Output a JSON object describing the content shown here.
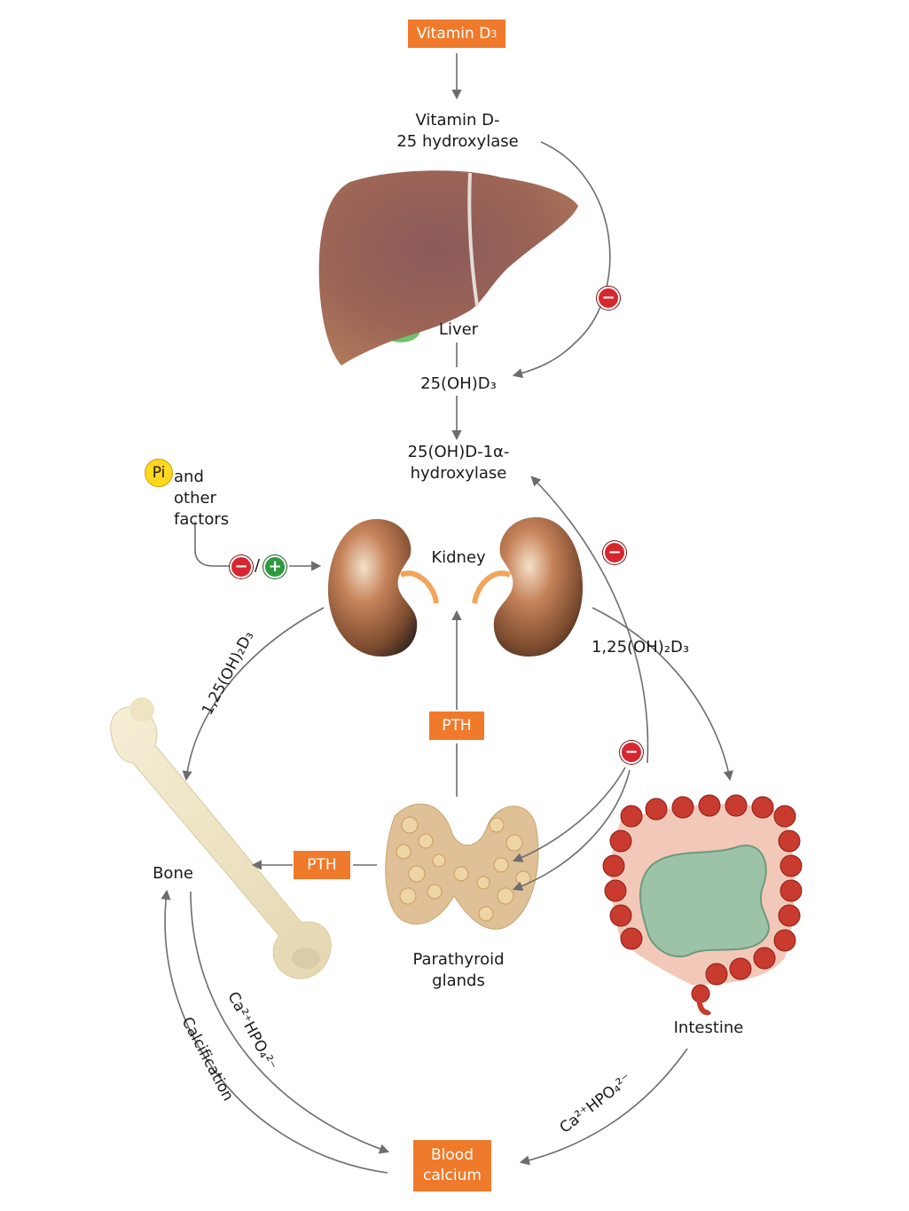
{
  "vitamin_d3": "Vitamin D",
  "vitamin_d3_sub": "3",
  "enzyme_25": "Vitamin D-\n25 hydroxylase",
  "liver": "Liver",
  "metabolite_25": "25(OH)D₃",
  "enzyme_1a": "25(OH)D-1α-\nhydroxylase",
  "pi": "Pi",
  "other_factors": "and\nother factors",
  "kidney": "Kidney",
  "calcitriol_left": "1,25(OH)₂D₃",
  "calcitriol_right": "1,25(OH)₂D₃",
  "pth_kidney": "PTH",
  "pth_bone": "PTH",
  "bone": "Bone",
  "parathyroid": "Parathyroid\nglands",
  "intestine": "Intestine",
  "ca_bone": "Ca²⁺HPO₄²⁻",
  "calcification": "Calcification",
  "ca_intestine": "Ca²⁺HPO₄²⁻",
  "blood_calcium": "Blood\ncalcium",
  "minus_sign": "−",
  "plus_sign": "+",
  "colors": {
    "box_orange": "#f07a2b",
    "inhibit_red": "#d7262f",
    "stimulate_green": "#2e9a3e",
    "arrow_gray": "#6d6d6d"
  }
}
